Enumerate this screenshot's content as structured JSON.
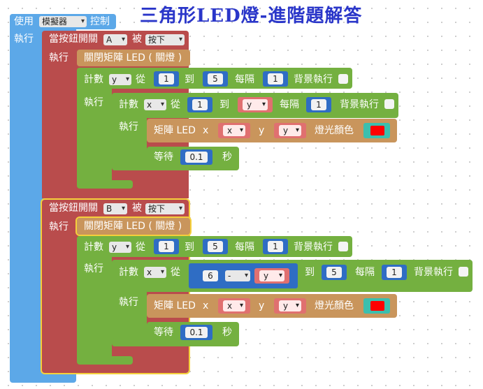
{
  "title": "三角形LED燈-進階題解答",
  "use_block": {
    "label": "使用",
    "device": "模擬器",
    "suffix": "控制",
    "exec": "執行"
  },
  "handlers": [
    {
      "when": "當按鈕開關",
      "button": "A",
      "by": "被",
      "action": "按下",
      "exec": "執行",
      "clear": "關閉矩陣 LED ( 關燈 )",
      "outer_loop": {
        "count": "計數",
        "var": "y",
        "from": "從",
        "start": "1",
        "to": "到",
        "end": "5",
        "step_label": "每隔",
        "step": "1",
        "bg": "背景執行",
        "exec": "執行"
      },
      "inner_loop": {
        "count": "計數",
        "var": "x",
        "from": "從",
        "start": "1",
        "to": "到",
        "end_var": "y",
        "step_label": "每隔",
        "step": "1",
        "bg": "背景執行",
        "exec": "執行"
      },
      "led": {
        "label": "矩陣 LED",
        "x_label": "x",
        "x_var": "x",
        "y_label": "y",
        "y_var": "y",
        "color_label": "燈光顏色",
        "color": "#ff0000"
      },
      "wait": {
        "label": "等待",
        "value": "0.1",
        "unit": "秒"
      }
    },
    {
      "when": "當按鈕開關",
      "button": "B",
      "by": "被",
      "action": "按下",
      "exec": "執行",
      "clear": "關閉矩陣 LED ( 關燈 )",
      "outer_loop": {
        "count": "計數",
        "var": "y",
        "from": "從",
        "start": "1",
        "to": "到",
        "end": "5",
        "step_label": "每隔",
        "step": "1",
        "bg": "背景執行",
        "exec": "執行"
      },
      "inner_loop": {
        "count": "計數",
        "var": "x",
        "from": "從",
        "start_num": "6",
        "op": "-",
        "start_var": "y",
        "to": "到",
        "end": "5",
        "step_label": "每隔",
        "step": "1",
        "bg": "背景執行",
        "exec": "執行"
      },
      "led": {
        "label": "矩陣 LED",
        "x_label": "x",
        "x_var": "x",
        "y_label": "y",
        "y_var": "y",
        "color_label": "燈光顏色",
        "color": "#ff0000"
      },
      "wait": {
        "label": "等待",
        "value": "0.1",
        "unit": "秒"
      }
    }
  ]
}
